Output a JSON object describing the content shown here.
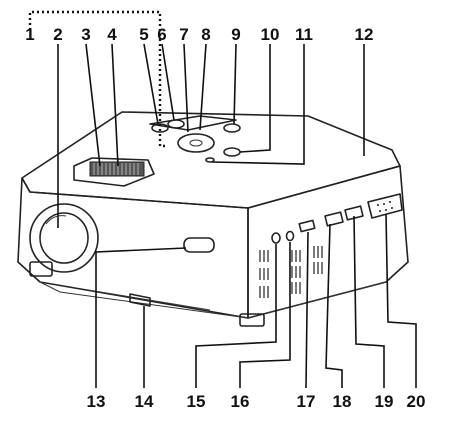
{
  "diagram": {
    "callouts_top": [
      "1",
      "2",
      "3",
      "4",
      "5",
      "6",
      "7",
      "8",
      "9",
      "10",
      "11",
      "12"
    ],
    "callouts_bottom": [
      "13",
      "14",
      "15",
      "16",
      "17",
      "18",
      "19",
      "20"
    ]
  }
}
